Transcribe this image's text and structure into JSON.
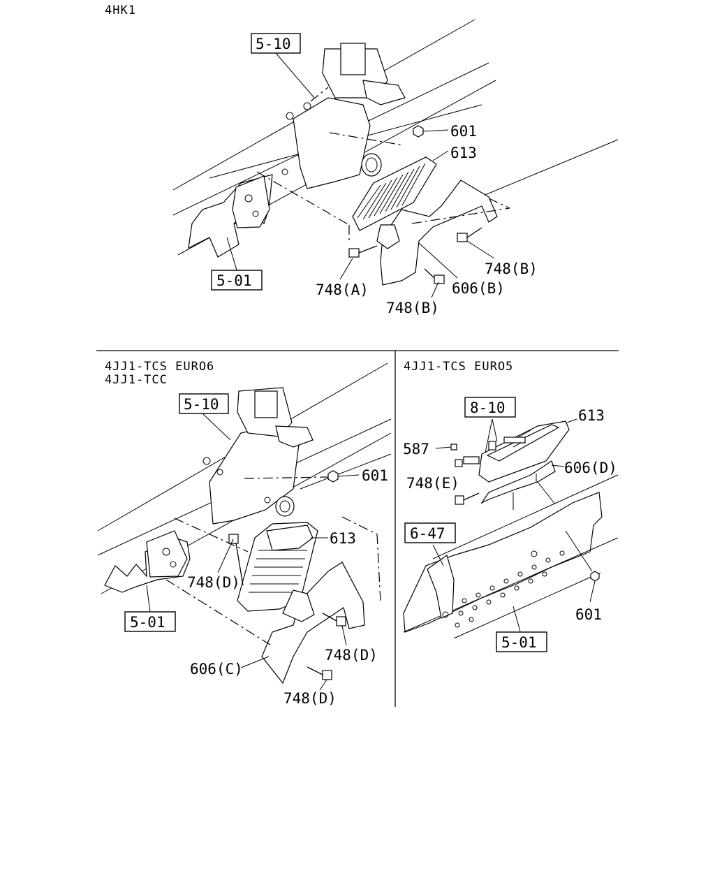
{
  "sections": {
    "top": {
      "engine": "4HK1"
    },
    "bottom_left": {
      "engine_line1": "4JJ1-TCS EURO6",
      "engine_line2": "4JJ1-TCC"
    },
    "bottom_right": {
      "engine": "4JJ1-TCS EURO5"
    }
  },
  "callouts": {
    "top": {
      "ref_5_10": "5-10",
      "ref_5_01": "5-01",
      "p601": "601",
      "p613": "613",
      "p748b_1": "748(B)",
      "p748a": "748(A)",
      "p606b": "606(B)",
      "p748b_2": "748(B)"
    },
    "bottom_left": {
      "ref_5_10": "5-10",
      "ref_5_01": "5-01",
      "p601": "601",
      "p613": "613",
      "p748d_1": "748(D)",
      "p748d_2": "748(D)",
      "p606c": "606(C)",
      "p748d_3": "748(D)"
    },
    "bottom_right": {
      "ref_8_10": "8-10",
      "ref_6_47": "6-47",
      "ref_5_01": "5-01",
      "p613": "613",
      "p587": "587",
      "p606d": "606(D)",
      "p748e": "748(E)",
      "p601": "601"
    }
  }
}
